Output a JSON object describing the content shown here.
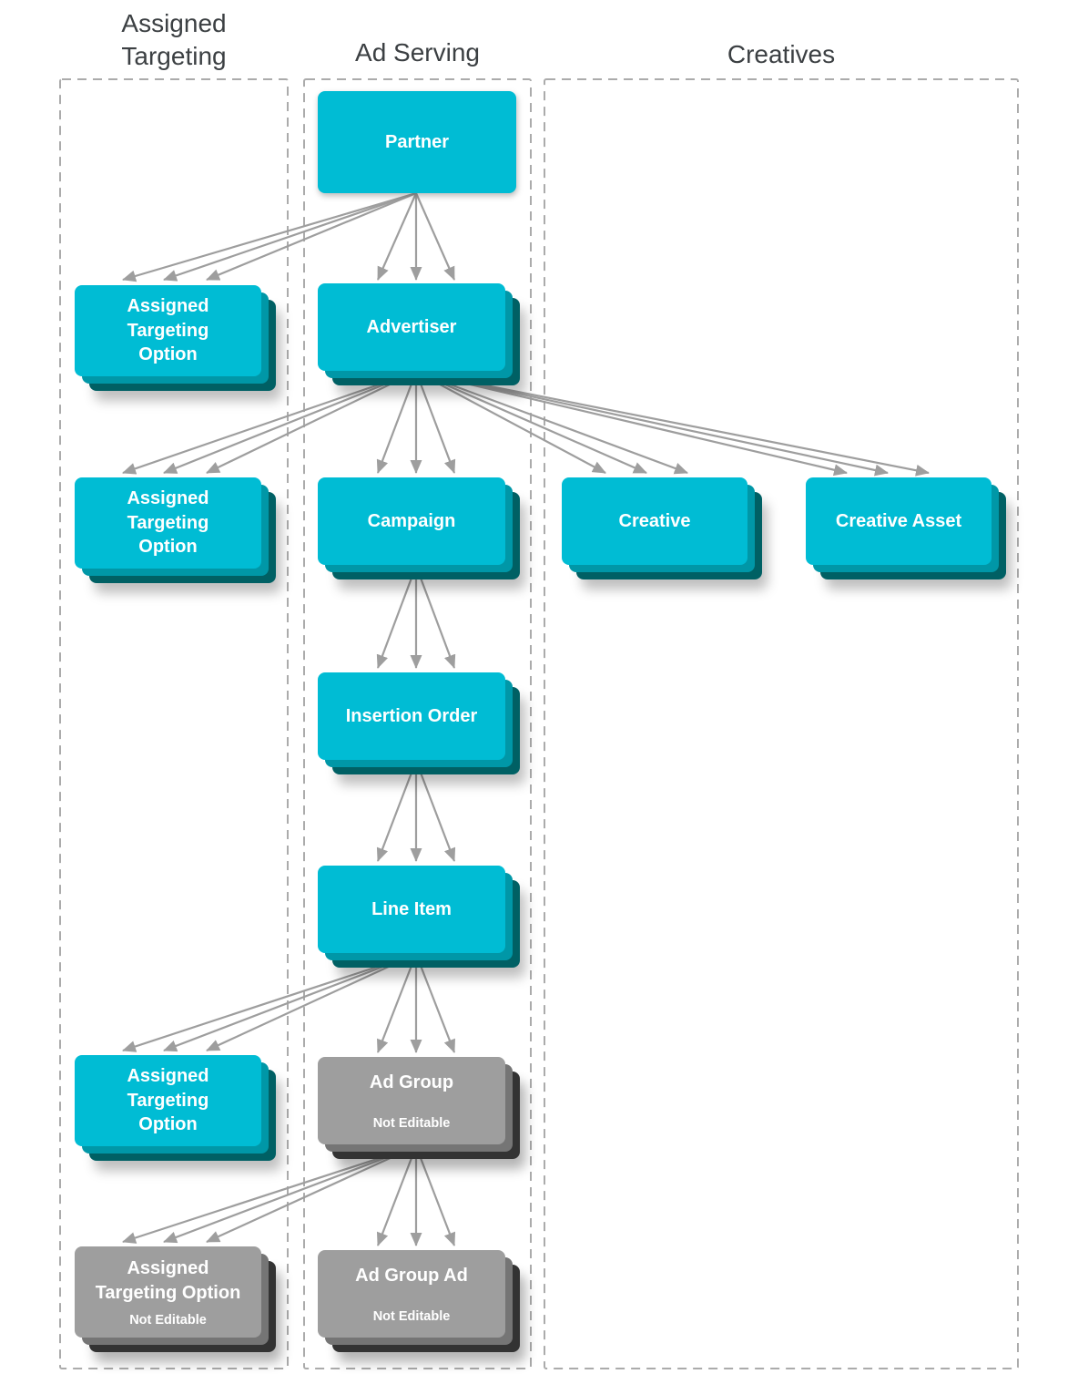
{
  "columns": [
    {
      "id": "assigned-targeting",
      "title": "Assigned\nTargeting"
    },
    {
      "id": "ad-serving",
      "title": "Ad Serving"
    },
    {
      "id": "creatives",
      "title": "Creatives"
    }
  ],
  "nodes": {
    "partner": {
      "label": "Partner",
      "column": "ad-serving",
      "editable": true
    },
    "ato1": {
      "label": "Assigned\nTargeting\nOption",
      "column": "assigned-targeting",
      "editable": true
    },
    "advertiser": {
      "label": "Advertiser",
      "column": "ad-serving",
      "editable": true
    },
    "ato2": {
      "label": "Assigned\nTargeting\nOption",
      "column": "assigned-targeting",
      "editable": true
    },
    "campaign": {
      "label": "Campaign",
      "column": "ad-serving",
      "editable": true
    },
    "creative": {
      "label": "Creative",
      "column": "creatives",
      "editable": true
    },
    "creative_asset": {
      "label": "Creative Asset",
      "column": "creatives",
      "editable": true
    },
    "insertion_order": {
      "label": "Insertion Order",
      "column": "ad-serving",
      "editable": true
    },
    "line_item": {
      "label": "Line Item",
      "column": "ad-serving",
      "editable": true
    },
    "ato3": {
      "label": "Assigned\nTargeting\nOption",
      "column": "assigned-targeting",
      "editable": true
    },
    "ad_group": {
      "label": "Ad Group",
      "note": "Not Editable",
      "column": "ad-serving",
      "editable": false
    },
    "ato4": {
      "label": "Assigned\nTargeting Option",
      "note": "Not Editable",
      "column": "assigned-targeting",
      "editable": false
    },
    "ad_group_ad": {
      "label": "Ad Group Ad",
      "note": "Not Editable",
      "column": "ad-serving",
      "editable": false
    }
  },
  "edges": [
    {
      "from": "partner",
      "to": "ato1"
    },
    {
      "from": "partner",
      "to": "advertiser"
    },
    {
      "from": "advertiser",
      "to": "ato2"
    },
    {
      "from": "advertiser",
      "to": "campaign"
    },
    {
      "from": "advertiser",
      "to": "creative"
    },
    {
      "from": "advertiser",
      "to": "creative_asset"
    },
    {
      "from": "campaign",
      "to": "insertion_order"
    },
    {
      "from": "insertion_order",
      "to": "line_item"
    },
    {
      "from": "line_item",
      "to": "ato3"
    },
    {
      "from": "line_item",
      "to": "ad_group"
    },
    {
      "from": "ad_group",
      "to": "ato4"
    },
    {
      "from": "ad_group",
      "to": "ad_group_ad"
    }
  ],
  "colors": {
    "node_teal": "#00BCD4",
    "node_teal_layer2": "#0097A7",
    "node_teal_layer3": "#006064",
    "node_gray": "#9E9E9E",
    "node_gray_layer2": "#757575",
    "node_gray_layer3": "#333333",
    "arrow": "#9E9E9E",
    "column_border": "#ABABAB",
    "title_text": "#3C4043",
    "node_text": "#FFFFFF"
  }
}
